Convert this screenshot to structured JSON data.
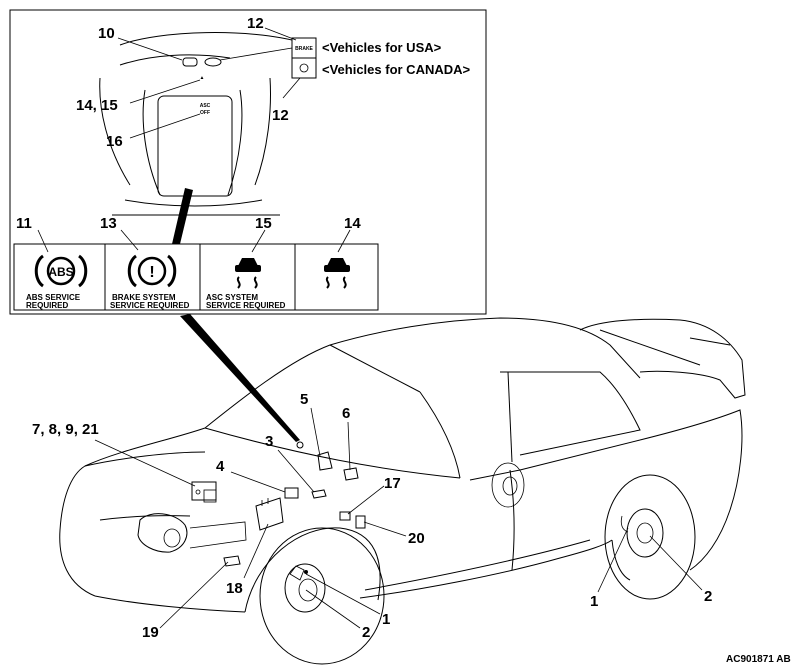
{
  "callouts": {
    "n1a": "1",
    "n1b": "1",
    "n2a": "2",
    "n2b": "2",
    "n3": "3",
    "n4": "4",
    "n5": "5",
    "n6": "6",
    "n7": "7, 8, 9, 21",
    "n10": "10",
    "n11": "11",
    "n12a": "12",
    "n12b": "12",
    "n13": "13",
    "n14a": "14, 15",
    "n14b": "14",
    "n15": "15",
    "n16": "16",
    "n17": "17",
    "n18": "18",
    "n19": "19",
    "n20": "20"
  },
  "notes": {
    "usa": "<Vehicles for USA>",
    "canada": "<Vehicles for CANADA>"
  },
  "cluster": {
    "brake_badge": "BRAKE",
    "asc_off_1": "ASC",
    "asc_off_2": "OFF"
  },
  "lamps": {
    "abs_symbol": "ABS",
    "brake_symbol": "!",
    "abs_cap_1": "ABS SERVICE",
    "abs_cap_2": "REQUIRED",
    "brake_cap_1": "BRAKE SYSTEM",
    "brake_cap_2": "SERVICE REQUIRED",
    "asc_cap_1": "ASC SYSTEM",
    "asc_cap_2": "SERVICE REQUIRED"
  },
  "figure_code": "AC901871 AB"
}
